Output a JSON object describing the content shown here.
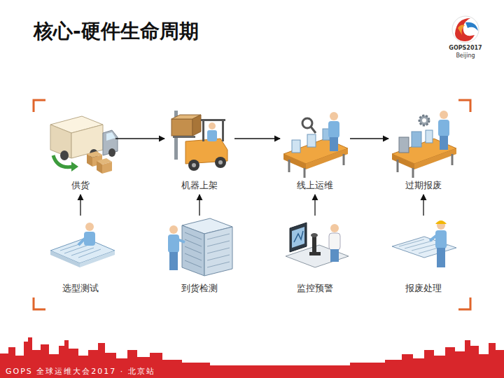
{
  "diagram": {
    "title": "核心-硬件生命周期",
    "nodes": [
      {
        "text": [
          "供货"
        ]
      },
      {
        "text": [
          "机器上架"
        ]
      },
      {
        "text": [
          "线上运维"
        ]
      },
      {
        "text": [
          "过期报废"
        ]
      },
      {
        "text": [
          "选型测试"
        ]
      },
      {
        "text": [
          "到货检测"
        ]
      },
      {
        "text": [
          "监控预警"
        ]
      },
      {
        "text": [
          "报废处理"
        ]
      }
    ],
    "edges": [
      {
        "from": 0,
        "to": 1,
        "arrow": "to"
      },
      {
        "from": 1,
        "to": 2,
        "arrow": "to"
      },
      {
        "from": 2,
        "to": 3,
        "arrow": "to"
      },
      {
        "from": 4,
        "to": 0,
        "arrow": "to"
      },
      {
        "from": 5,
        "to": 1,
        "arrow": "to"
      },
      {
        "from": 6,
        "to": 2,
        "arrow": "to"
      },
      {
        "from": 7,
        "to": 3,
        "arrow": "to"
      }
    ],
    "labels": [
      "GOPS2017",
      "Beijing",
      "GOPS 全球运维大会2017 · 北京站"
    ]
  }
}
